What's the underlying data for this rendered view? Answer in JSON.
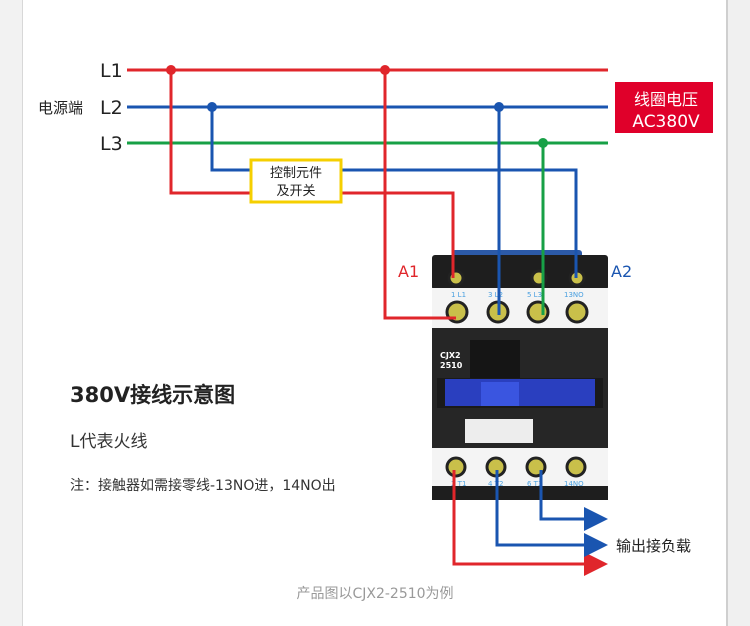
{
  "supply": {
    "side_label": "电源端",
    "lines": [
      "L1",
      "L2",
      "L3"
    ]
  },
  "control_box": {
    "line1": "控制元件",
    "line2": "及开关"
  },
  "coil_voltage": {
    "line1": "线圈电压",
    "line2": "AC380V"
  },
  "coil_terminals": {
    "a1": "A1",
    "a2": "A2"
  },
  "contactor": {
    "model_line1": "CJX2",
    "model_line2": "2510",
    "top_terminals": [
      "1 L1",
      "3 L2",
      "5 L3",
      "13NO"
    ],
    "bottom_terminals": [
      "2 T1",
      "4 T2",
      "6 T3",
      "14NO"
    ]
  },
  "text": {
    "title": "380V接线示意图",
    "subtitle": "L代表火线",
    "note": "注：接触器如需接零线-13NO进，14NO出",
    "output_label": "输出接负载",
    "caption": "产品图以CJX2-2510为例"
  },
  "colors": {
    "L1": "#e0262b",
    "L2": "#1a55b0",
    "L3": "#17a046",
    "control_border": "#f5cf00",
    "coil_box": "#e0002a"
  }
}
